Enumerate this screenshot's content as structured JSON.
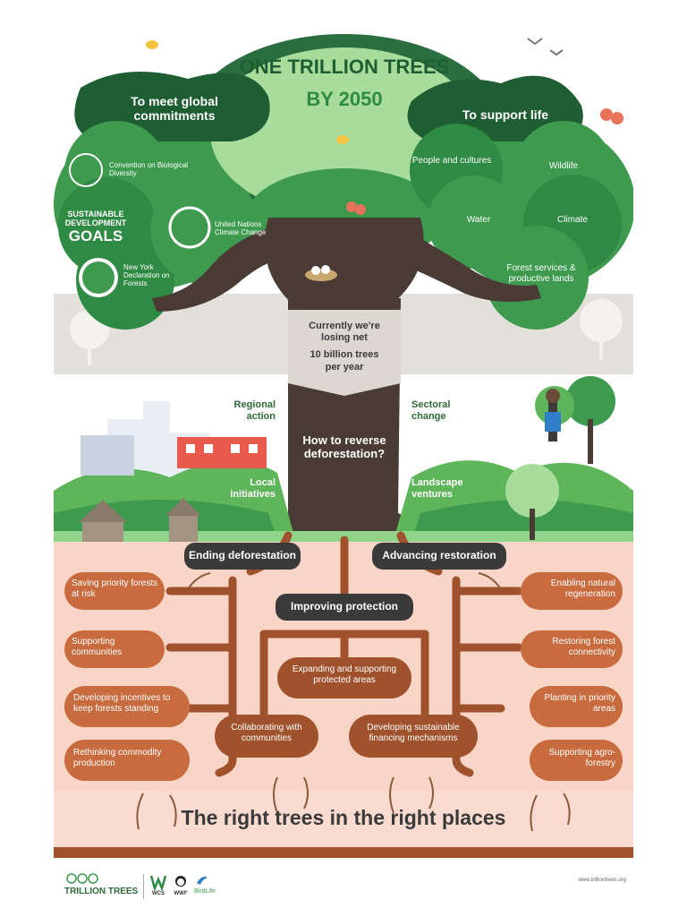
{
  "title": {
    "line1": "ONE TRILLION TREES",
    "line2": "BY 2050"
  },
  "left_canopy": {
    "heading": "To meet global commitments",
    "cbd": "Convention on Biological Diversity",
    "sdg": "SUSTAINABLE DEVELOPMENT",
    "sdg_goals": "GOALS",
    "unfccc": "United Nations Climate Change",
    "nydf": "New York Declaration on Forests"
  },
  "right_canopy": {
    "heading": "To support life",
    "items": [
      "People and cultures",
      "Wildlife",
      "Water",
      "Climate",
      "Forest services & productive lands"
    ]
  },
  "trunk": {
    "loss_text": "Currently we're losing net",
    "loss_value": "10 billion trees",
    "loss_unit": "per year",
    "question": "How to reverse deforestation?"
  },
  "ground": {
    "regional": "Regional action",
    "local": "Local initiatives",
    "sectoral": "Sectoral change",
    "landscape": "Landscape ventures"
  },
  "roots": {
    "ending": {
      "title": "Ending deforestation",
      "items": [
        "Saving priority forests at risk",
        "Supporting communities",
        "Developing incentives to keep forests standing",
        "Rethinking commodity production"
      ]
    },
    "advancing": {
      "title": "Advancing restoration",
      "items": [
        "Enabling natural regeneration",
        "Restoring forest connectivity",
        "Planting in priority areas",
        "Supporting agro-forestry"
      ]
    },
    "improving": {
      "title": "Improving protection",
      "items": [
        "Expanding and supporting protected areas",
        "Collaborating with communities",
        "Developing sustainable financing mechanisms"
      ]
    }
  },
  "tagline": "The right trees in the right places",
  "footer": {
    "brand": "TRILLION TREES",
    "partners": [
      "WCS",
      "WWF",
      "BirdLife"
    ],
    "url": "www.trilliontrees.org"
  },
  "colors": {
    "canopy_dark": "#2a6e3f",
    "canopy_mid": "#3d9a4e",
    "canopy_light": "#a8dc9a",
    "trunk": "#4a3b34",
    "root": "#a0522d",
    "soil": "#f8d5c6"
  }
}
